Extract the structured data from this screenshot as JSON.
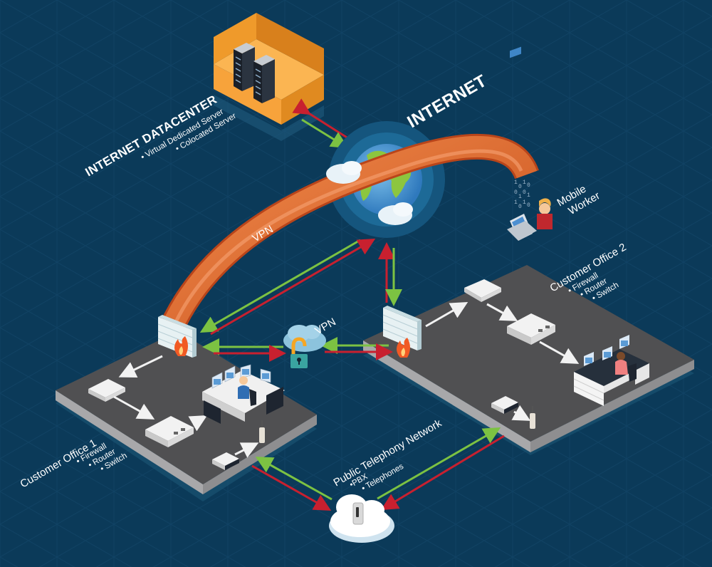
{
  "title": "Network Diagram: Internet, Datacenter, Customer Offices, VPN and Public Telephony",
  "colors": {
    "background": "#0b3a59",
    "tube": "#e06a2a",
    "arrow_green": "#7cc242",
    "arrow_red": "#c8202f",
    "floor": "#4a4a4c",
    "floor_edge": "#9a9a9c",
    "datacenter": "#f7a33b"
  },
  "nodes": {
    "datacenter": {
      "title": "INTERNET DATACENTER",
      "bullets": [
        "• Virtual Dedicated Server",
        "• Colocated Server"
      ],
      "icon": "server-rack-icon"
    },
    "internet": {
      "title": "INTERNET",
      "icon": "globe-icon"
    },
    "mobile_worker": {
      "line1": "Mobile",
      "line2": "Worker",
      "icon": "laptop-user-icon"
    },
    "office1": {
      "title": "Customer Office 1",
      "bullets": [
        "• Firewall",
        "• Router",
        "• Switch"
      ]
    },
    "office2": {
      "title": "Customer Office 2",
      "bullets": [
        "• Firewall",
        "• Router",
        "• Switch"
      ]
    },
    "telephony": {
      "title": "Public Telephony Network",
      "bullets": [
        "•PBX",
        "• Telephones"
      ],
      "icon": "telephone-cloud-icon"
    }
  },
  "links": {
    "vpn_tunnel_label": "VPN",
    "vpn_cloud_label": "VPN"
  }
}
